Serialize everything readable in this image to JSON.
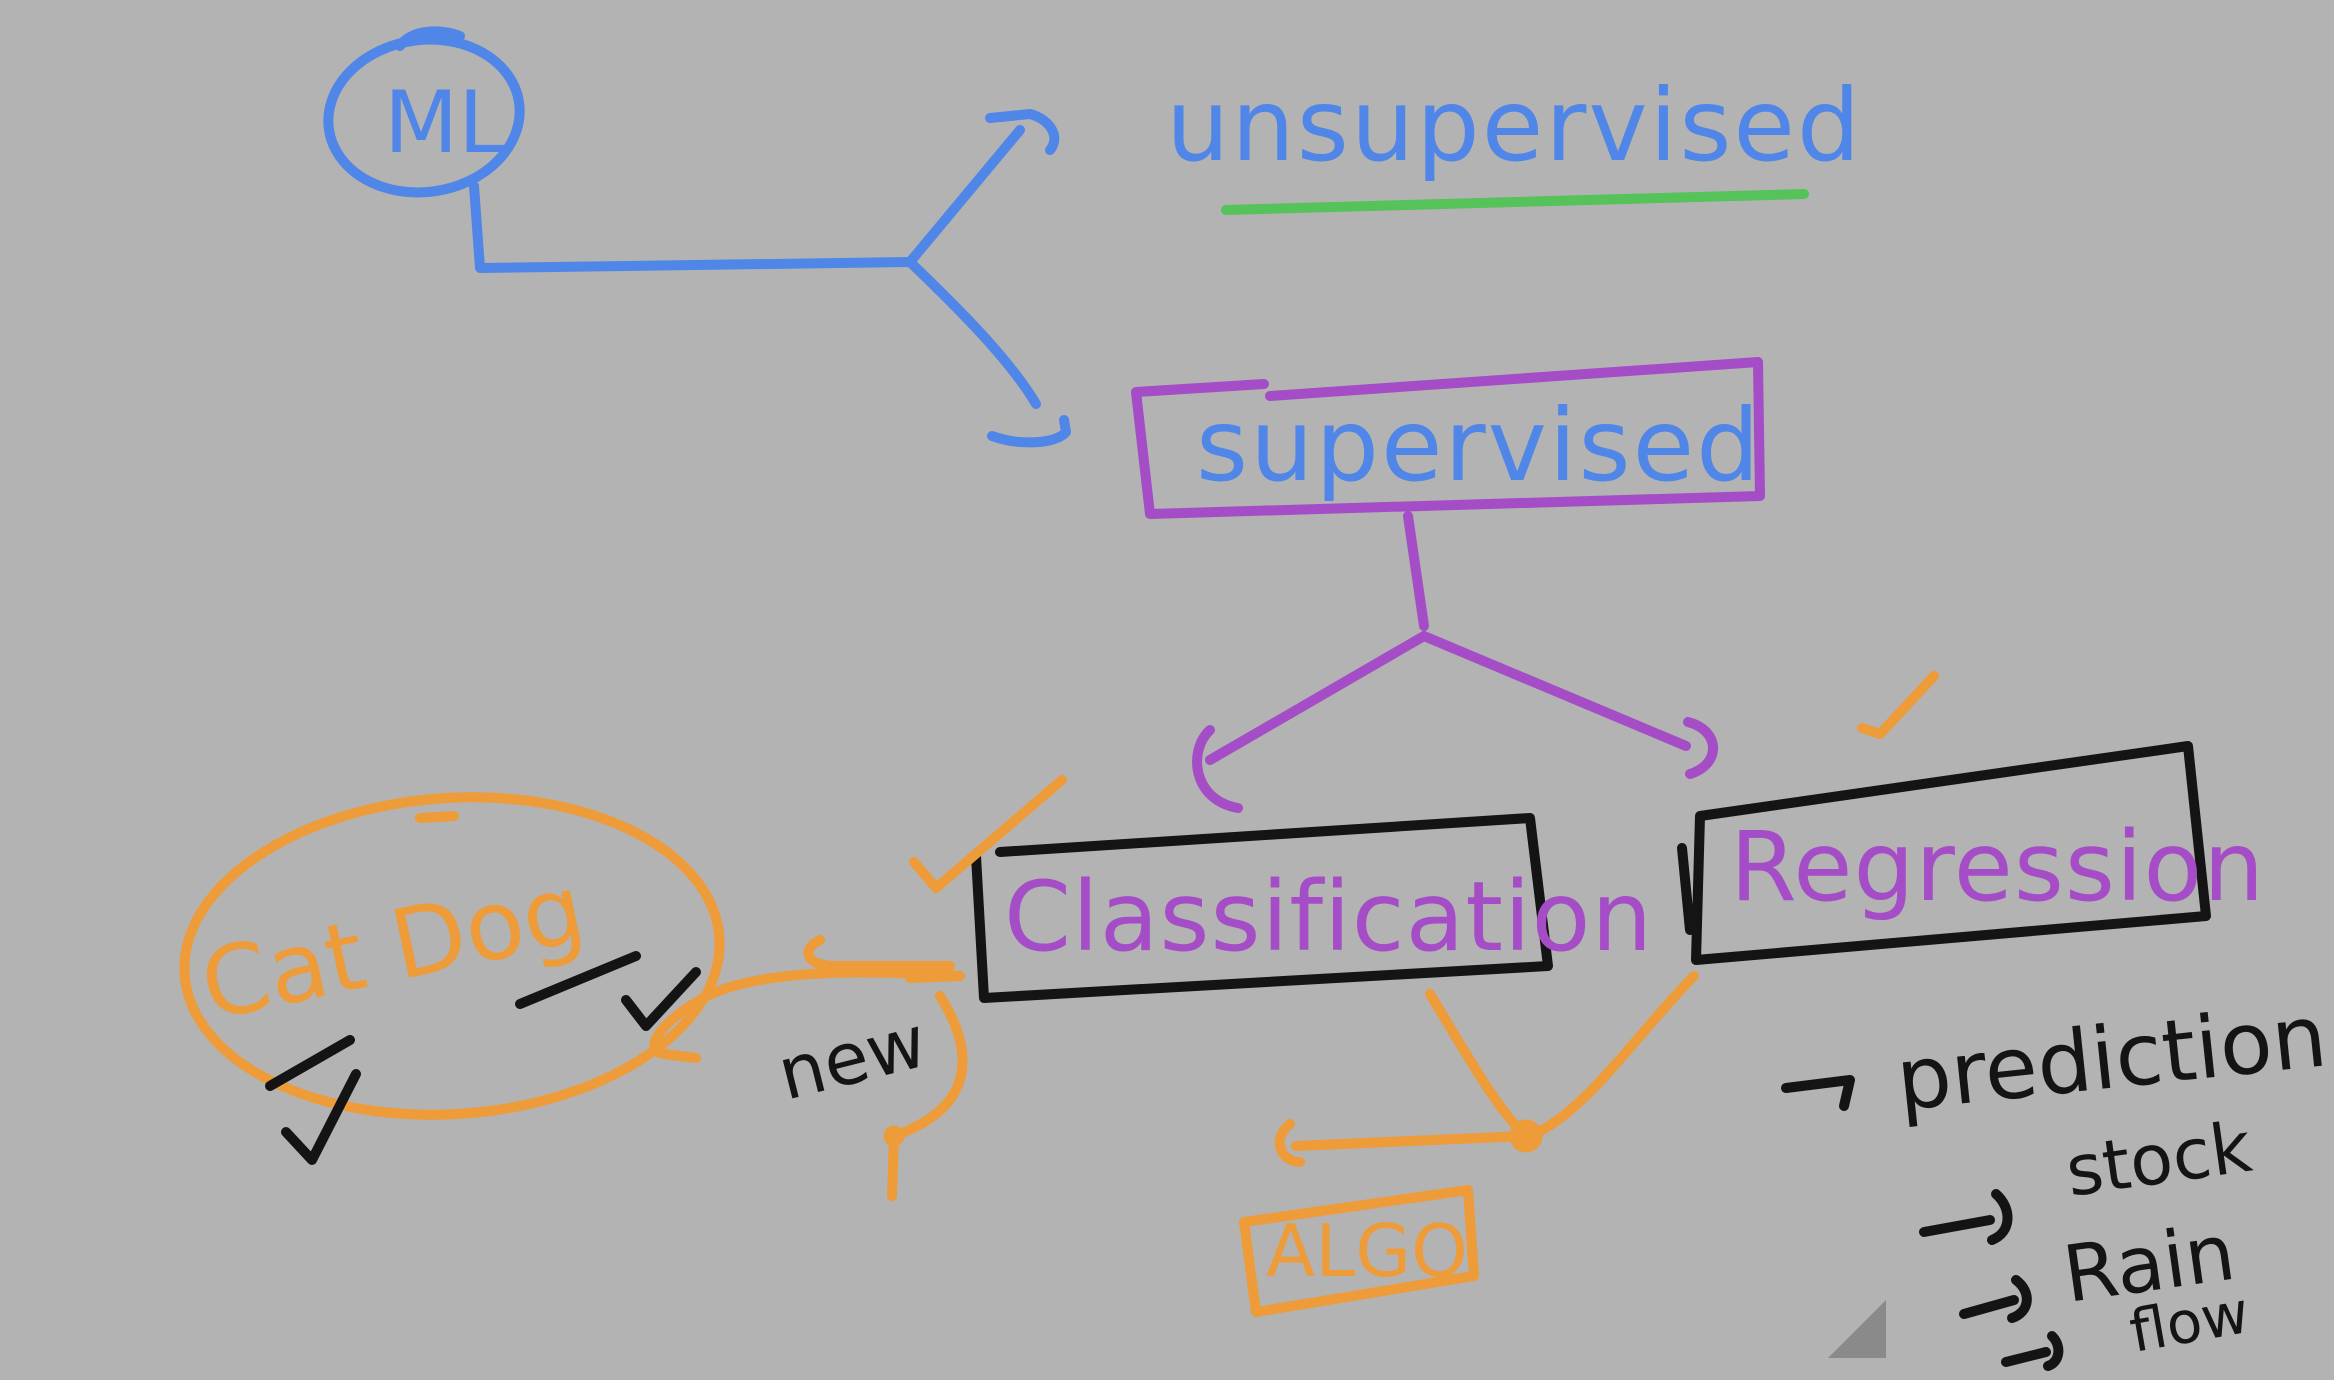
{
  "colors": {
    "background": "#b3b3b3",
    "canvas": "#ffffff",
    "blue": "#4f86e8",
    "green": "#56c25a",
    "purple": "#a44dc6",
    "orange": "#ee9b3a",
    "black": "#141414",
    "corner": "#8a8a8a"
  },
  "nodes": {
    "ml": "ML",
    "unsupervised": "unsupervised",
    "supervised": "supervised",
    "classification": "Classification",
    "regression": "Regression",
    "cat_dog": "Cat Dog",
    "new": "new",
    "algo": "ALGO"
  },
  "notes": {
    "prediction": "prediction",
    "stock": "stock",
    "rain": "Rain",
    "flow": "flow"
  },
  "icons": {
    "checkmarks": "checkmark-icon",
    "arrows": "arrow-icon",
    "page_corner": "page-curl-icon"
  }
}
